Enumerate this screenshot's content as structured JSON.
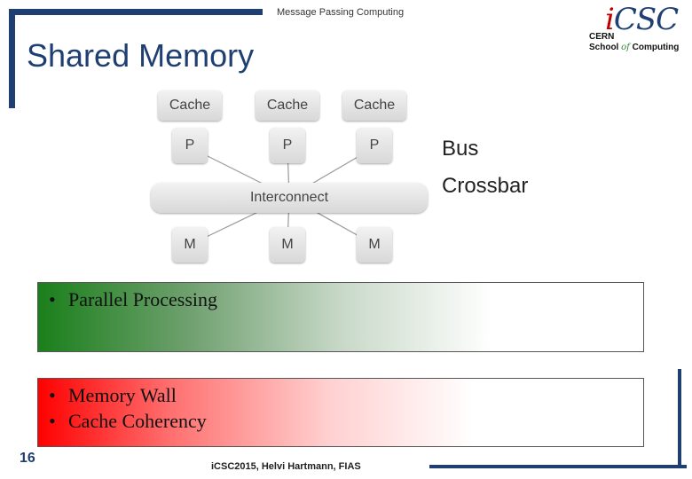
{
  "header": {
    "course_title": "Message Passing Computing"
  },
  "slide": {
    "title": "Shared Memory"
  },
  "logo": {
    "ic": "i",
    "csc": "CSC",
    "line1": "CERN",
    "line2_a": "School ",
    "line2_of": "of",
    "line2_b": " Computing"
  },
  "diagram": {
    "caches": [
      "Cache",
      "Cache",
      "Cache"
    ],
    "processors": [
      "P",
      "P",
      "P"
    ],
    "interconnect": "Interconnect",
    "memories": [
      "M",
      "M",
      "M"
    ]
  },
  "side_labels": {
    "bus": "Bus",
    "crossbar": "Crossbar"
  },
  "panels": {
    "green": {
      "bullets": [
        "Parallel Processing"
      ]
    },
    "red": {
      "bullets": [
        "Memory Wall",
        "Cache Coherency"
      ]
    }
  },
  "footer": {
    "page_number": "16",
    "credit": "iCSC2015, Helvi Hartmann, FIAS"
  },
  "colors": {
    "frame": "#1f3f73",
    "green_panel": "#1a7f1a",
    "red_panel": "#ff0000"
  }
}
